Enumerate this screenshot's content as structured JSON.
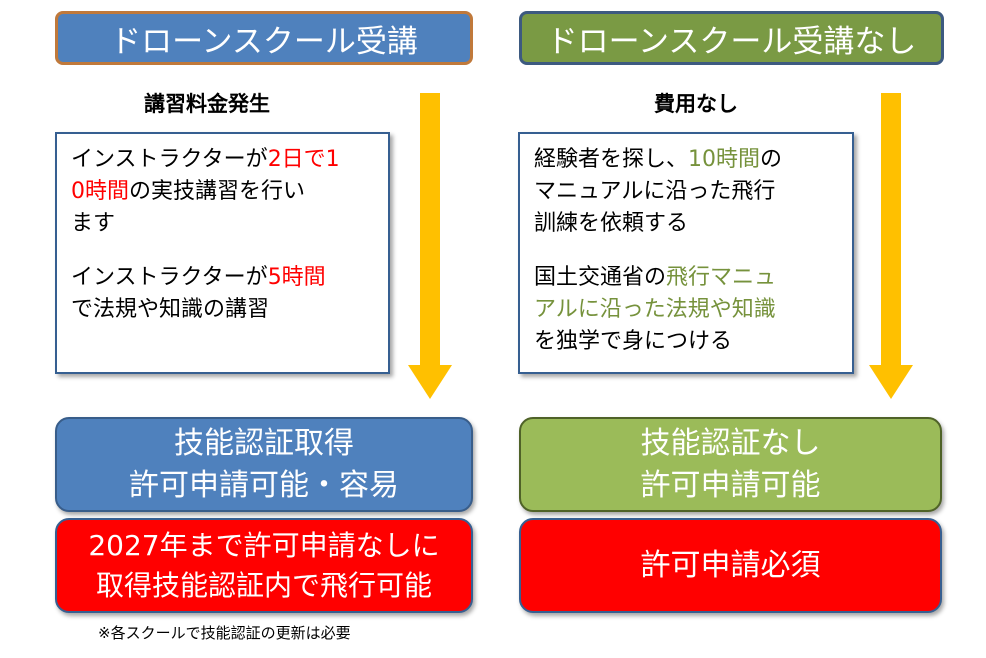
{
  "left": {
    "header": "ドローンスクール受講",
    "subtitle": "講習料金発生",
    "card": {
      "p1": [
        {
          "t": "インストラクターが"
        },
        {
          "t": "2日で1\n0時間",
          "c": "red"
        },
        {
          "t": "の実技講習を行い\nます"
        }
      ],
      "p2": [
        {
          "t": "インストラクターが"
        },
        {
          "t": "5時間",
          "c": "red"
        },
        {
          "t": "\nで法規や知識の講習"
        }
      ]
    },
    "result1": {
      "line1": "技能認証取得",
      "line2": "許可申請可能・容易"
    },
    "result2": {
      "line1": "2027年まで許可申請なしに",
      "line2": "取得技能認証内で飛行可能"
    }
  },
  "right": {
    "header": "ドローンスクール受講なし",
    "subtitle": "費用なし",
    "card": {
      "p1": [
        {
          "t": "経験者を探し、"
        },
        {
          "t": "10時間",
          "c": "green"
        },
        {
          "t": "の\nマニュアルに沿った飛行\n訓練を依頼する"
        }
      ],
      "p2": [
        {
          "t": "国土交通省の"
        },
        {
          "t": "飛行マニュ\nアルに沿った法規や知識",
          "c": "green"
        },
        {
          "t": "\nを独学で身につける"
        }
      ]
    },
    "result1": {
      "line1": "技能認証なし",
      "line2": "許可申請可能"
    },
    "result2": {
      "line1": "許可申請必須"
    }
  },
  "footnote": "※各スクールで技能認証の更新は必要",
  "colors": {
    "blue": "#4f81bd",
    "olive": "#7a9a44",
    "light_green": "#9bbb59",
    "red": "#ff0000",
    "arrow": "#ffc000",
    "highlight_red": "#ff0000",
    "highlight_green": "#76923c"
  }
}
